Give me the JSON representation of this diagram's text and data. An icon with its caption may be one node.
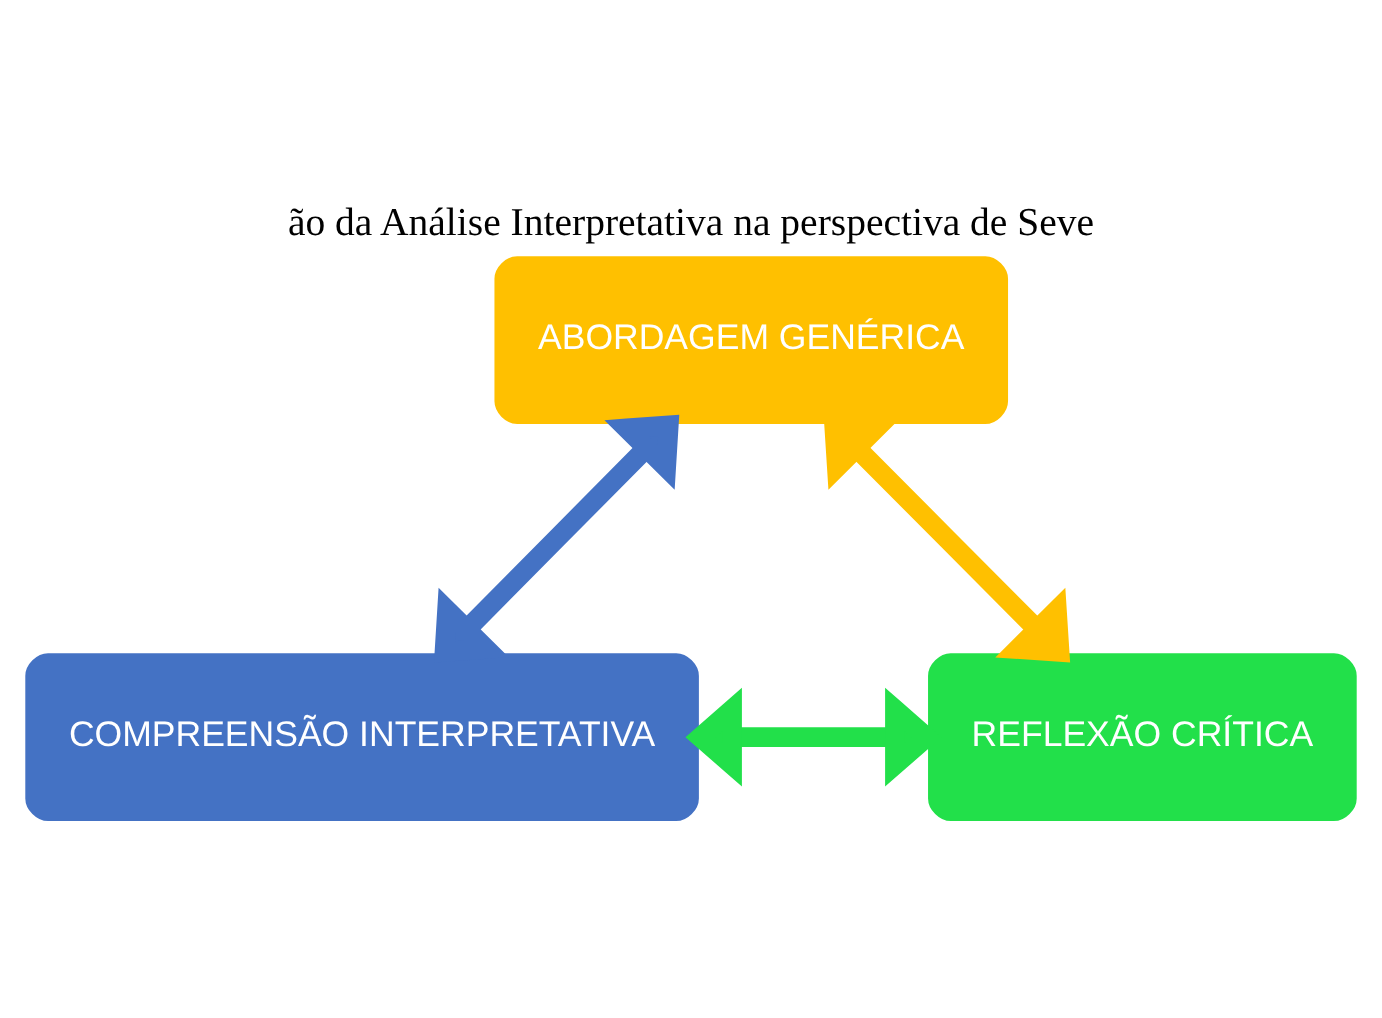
{
  "diagram": {
    "title": "ão da Análise Interpretativa na perspectiva de Seve",
    "nodes": [
      {
        "text": [
          "ABORDAGEM GENÉRICA"
        ]
      },
      {
        "text": [
          "COMPREENSÃO INTERPRETATIVA"
        ]
      },
      {
        "text": [
          "REFLEXÃO CRÍTICA"
        ]
      }
    ],
    "edges": [
      {
        "from": 1,
        "to": 0,
        "arrow": "both",
        "color": "#4472c4"
      },
      {
        "from": 0,
        "to": 2,
        "arrow": "both",
        "color": "#ffc000"
      },
      {
        "from": 1,
        "to": 2,
        "arrow": "both",
        "color": "#22e04a"
      }
    ]
  }
}
